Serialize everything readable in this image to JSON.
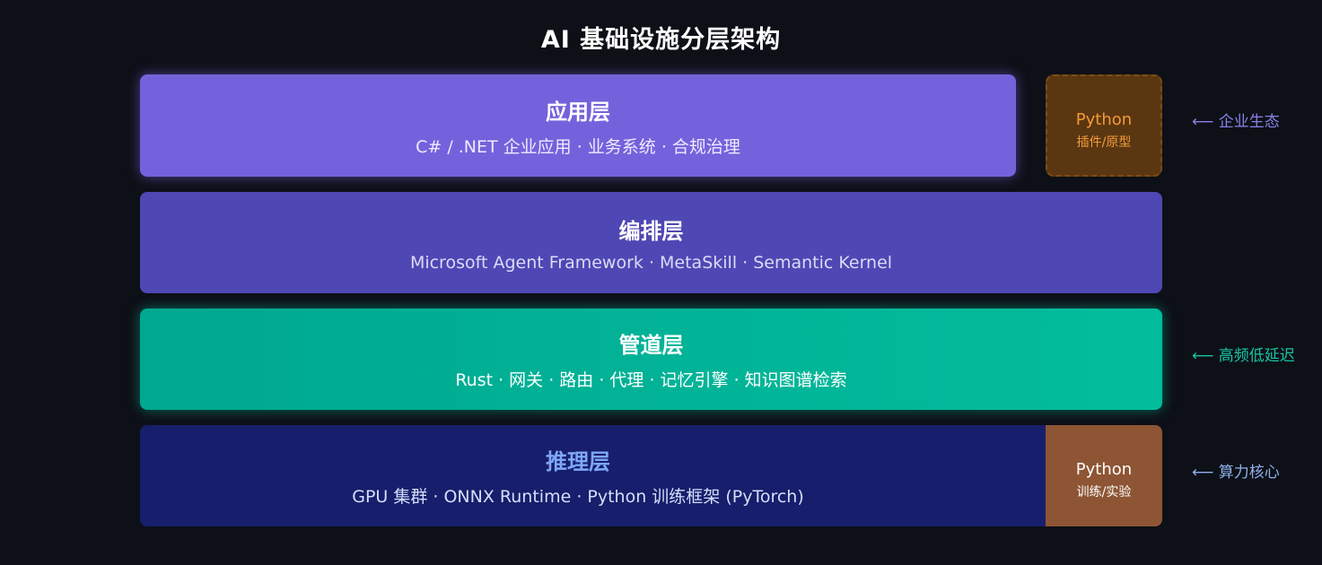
{
  "title": "AI 基础设施分层架构",
  "layers": [
    {
      "name": "应用层",
      "description": "C# / .NET 企业应用 · 业务系统 · 合规治理",
      "side_note": "⟵ 企业生态",
      "color": "#7462dc"
    },
    {
      "name": "编排层",
      "description": "Microsoft Agent Framework · MetaSkill · Semantic Kernel",
      "color": "#4f47b4"
    },
    {
      "name": "管道层",
      "description": "Rust · 网关 · 路由 · 代理 · 记忆引擎 · 知识图谱检索",
      "side_note": "⟵ 高频低延迟",
      "color": "#02bd9c"
    },
    {
      "name": "推理层",
      "description": "GPU 集群 · ONNX Runtime · Python 训练框架 (PyTorch)",
      "side_note": "⟵ 算力核心",
      "color": "#171e6b"
    }
  ],
  "python_boxes": {
    "plugin": {
      "label": "Python",
      "sub": "插件/原型",
      "color": "#5b3711"
    },
    "training": {
      "label": "Python",
      "sub": "训练/实验",
      "color": "#8e5534"
    }
  }
}
